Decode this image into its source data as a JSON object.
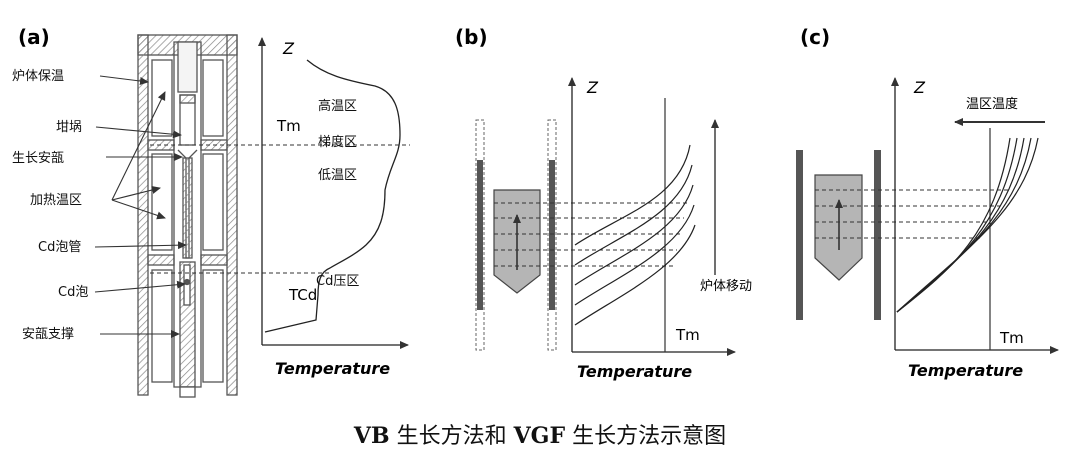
{
  "panels": {
    "a": {
      "tag": "(a)",
      "labels": {
        "furnace_insulation": "炉体保温",
        "crucible": "坩埚",
        "growth_ampoule": "生长安瓿",
        "heating_zones": "加热温区",
        "cd_bubble_tube": "Cd泡管",
        "cd_bubble": "Cd泡",
        "ampoule_support": "安瓿支撑"
      },
      "axis": {
        "z": "Z",
        "x": "Temperature"
      },
      "marks": {
        "tm": "Tm",
        "tcd": "TCd"
      },
      "zones": {
        "high": "高温区",
        "gradient": "梯度区",
        "low": "低温区",
        "cd_pressure": "Cd压区"
      }
    },
    "b": {
      "tag": "(b)",
      "axis": {
        "z": "Z",
        "x": "Temperature"
      },
      "tm": "Tm",
      "arrow_label": "炉体移动"
    },
    "c": {
      "tag": "(c)",
      "axis": {
        "z": "Z",
        "x": "Temperature"
      },
      "tm": "Tm",
      "arrow_label": "温区温度"
    }
  },
  "caption": {
    "part1": "VB",
    "part2": " 生长方法和 ",
    "part3": "VGF",
    "part4": " 生长方法示意图"
  },
  "colors": {
    "line": "#333333",
    "hatch": "#888888",
    "fill_gray": "#b5b5b5",
    "rod": "#555555"
  }
}
